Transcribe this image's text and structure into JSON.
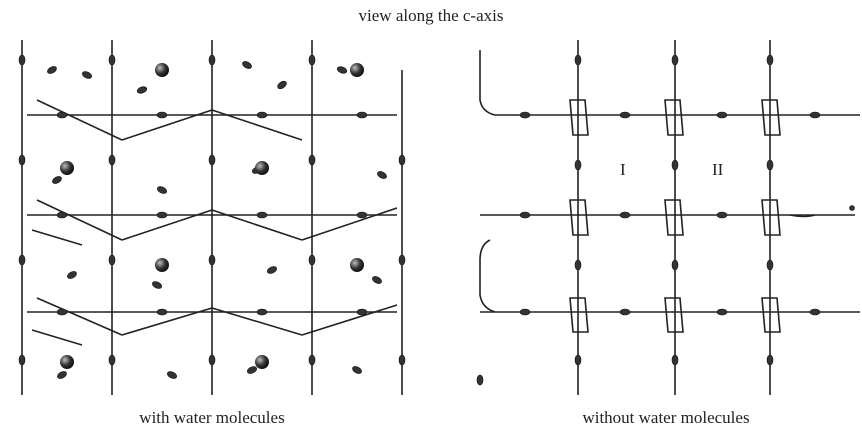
{
  "header": {
    "title": "view along the c-axis"
  },
  "panels": [
    {
      "caption": "with water molecules"
    },
    {
      "caption": "without water molecules"
    }
  ],
  "regions": {
    "label_1": "I",
    "label_2": "II"
  }
}
